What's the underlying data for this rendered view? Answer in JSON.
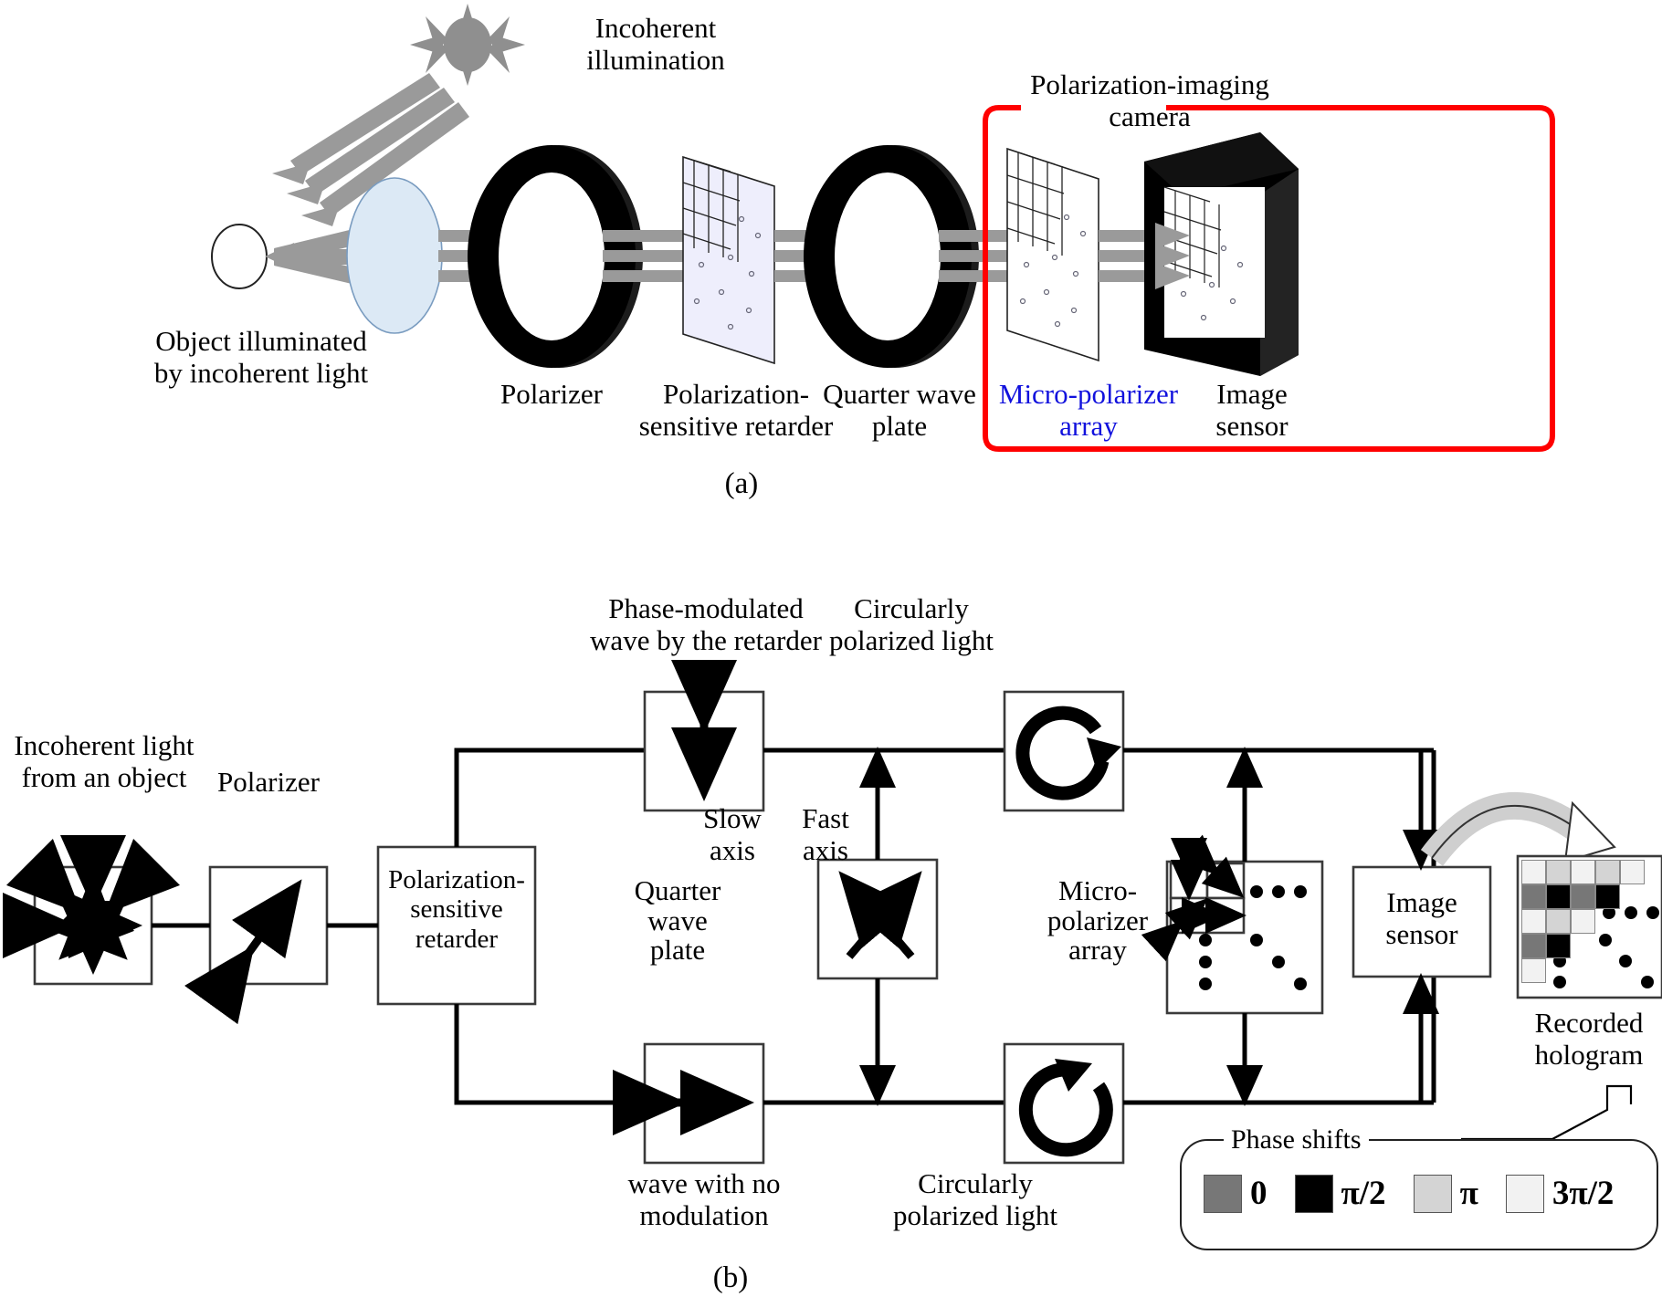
{
  "figure": {
    "panel_a_letter": "(a)",
    "panel_b_letter": "(b)"
  },
  "panel_a": {
    "labels": {
      "illumination": "Incoherent\nillumination",
      "object": "Object illuminated\nby incoherent light",
      "polarizer": "Polarizer",
      "retarder": "Polarization-\nsensitive retarder",
      "qwp": "Quarter wave\nplate",
      "camera": "Polarization-imaging\ncamera",
      "micro_polarizer": "Micro-polarizer\narray",
      "image_sensor": "Image\nsensor"
    },
    "colors": {
      "camera_outline": "#ff0000",
      "micro_polarizer_text": "#1111dd",
      "ray": "#9a9a9a",
      "lens": "#dce9f5",
      "retarder_plate": "#eeeefc",
      "optic_ring": "#000000"
    }
  },
  "panel_b": {
    "labels": {
      "incoherent_light": "Incoherent light\nfrom an object",
      "polarizer": "Polarizer",
      "ps_retarder": "Polarization-\nsensitive\nretarder",
      "phase_modulated": "Phase-modulated\nwave by the retarder",
      "no_modulation": "wave with no\nmodulation",
      "slow_axis": "Slow\naxis",
      "fast_axis": "Fast\naxis",
      "qwp": "Quarter\nwave\nplate",
      "circular_top": "Circularly\npolarized light",
      "circular_bottom": "Circularly\npolarized light",
      "micro_polarizer": "Micro-\npolarizer\narray",
      "image_sensor": "Image\nsensor",
      "recorded_hologram": "Recorded\nhologram"
    },
    "legend": {
      "title": "Phase shifts",
      "items": [
        {
          "label": "0",
          "color": "#777777"
        },
        {
          "label": "π/2",
          "color": "#000000"
        },
        {
          "label": "π",
          "color": "#d4d4d4"
        },
        {
          "label": "3π/2",
          "color": "#f2f2f2"
        }
      ]
    },
    "micro_polarizer_cells": [
      "vertical",
      "diagonal-nw-se",
      "diagonal-sw-ne",
      "horizontal"
    ],
    "hologram_pixels": [
      [
        "#f2f2f2",
        "#d4d4d4",
        "#f2f2f2",
        "#d4d4d4",
        "#f2f2f2"
      ],
      [
        "#777777",
        "#000000",
        "#777777",
        "#000000",
        null
      ],
      [
        "#f2f2f2",
        "#d4d4d4",
        "#f2f2f2",
        null,
        null
      ],
      [
        "#777777",
        "#000000",
        null,
        null,
        null
      ],
      [
        "#f2f2f2",
        null,
        null,
        null,
        null
      ]
    ]
  }
}
